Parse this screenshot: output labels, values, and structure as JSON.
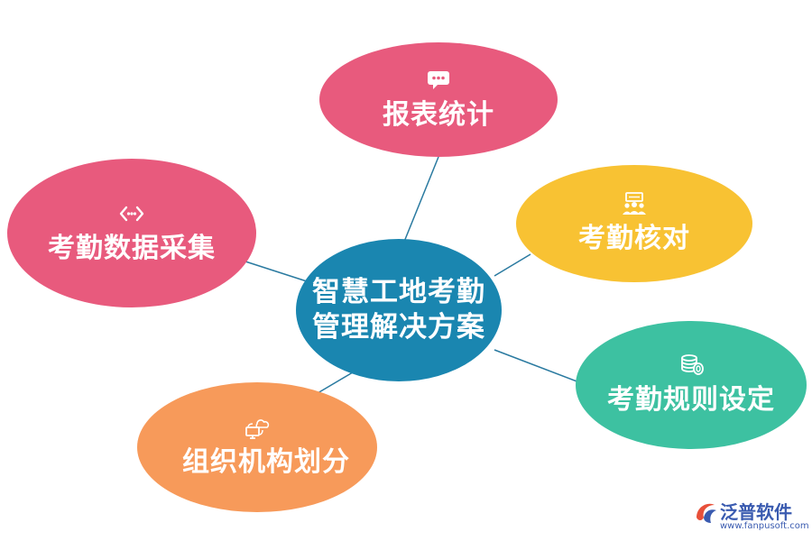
{
  "center": {
    "line1": "智慧工地考勤",
    "line2": "管理解决方案",
    "color": "#1a86b0"
  },
  "nodes": [
    {
      "label": "报表统计",
      "icon": "chat-bubble-icon",
      "color": "#e85a7d"
    },
    {
      "label": "考勤数据采集",
      "icon": "code-arrows-icon",
      "color": "#e85a7d"
    },
    {
      "label": "考勤核对",
      "icon": "team-meeting-icon",
      "color": "#f8c233"
    },
    {
      "label": "考勤规则设定",
      "icon": "coins-stack-icon",
      "color": "#3dc1a1"
    },
    {
      "label": "组织机构划分",
      "icon": "cloud-computer-icon",
      "color": "#f79a5a"
    }
  ],
  "logo": {
    "name": "泛普软件",
    "url": "www.fanpusoft.com",
    "color": "#3a5bb0"
  },
  "link_color": "#2a7aa0"
}
